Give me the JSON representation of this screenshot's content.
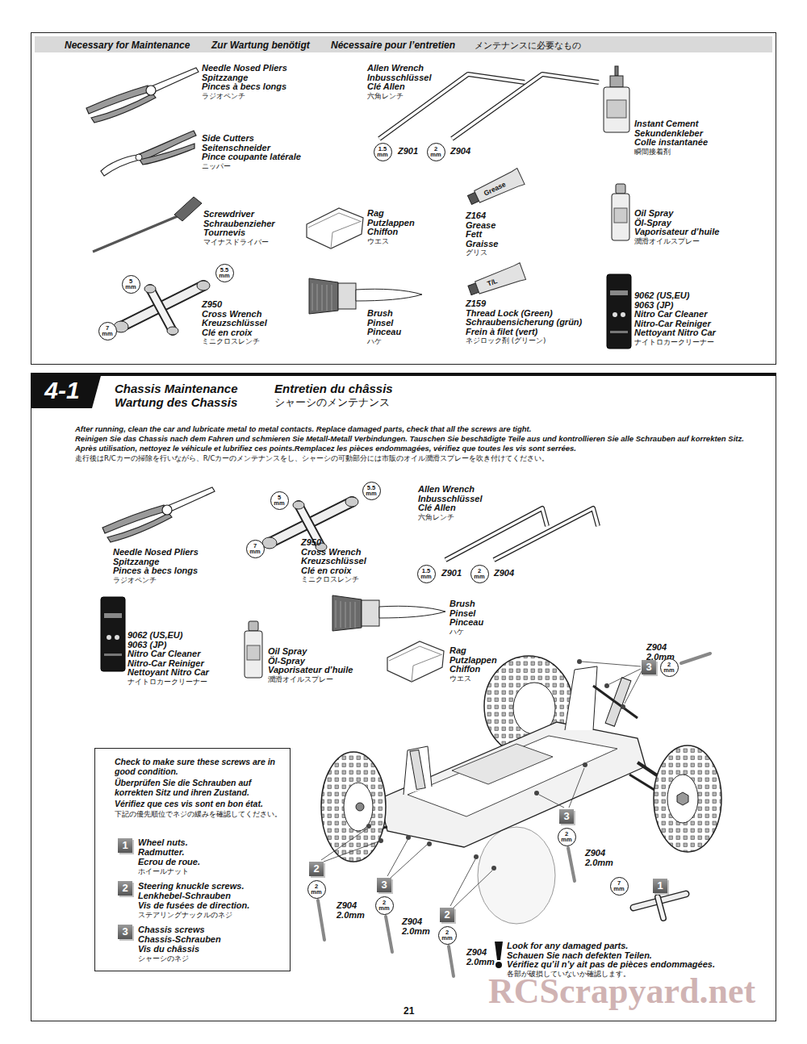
{
  "diagram": {
    "nodes": [
      {
        "text": [
          "Necessary for Maintenance",
          "Zur Wartung benötigt",
          "Nécessaire pour l’entretien",
          "メンテナンスに必要なもの"
        ]
      },
      {
        "text": [
          "Chassis Maintenance",
          "Wartung des Chassis",
          "Entretien du châssis",
          "シャーシのメンテナンス"
        ]
      },
      {
        "text": [
          "4-1"
        ],
        "in": 1
      },
      {
        "text": [
          "Check to make sure these screws are in good condition.",
          "Überprüfen Sie die Schrauben auf korrekten Sitz und ihren Zustand.",
          "Vérifiez que ces vis sont en bon état.",
          "下記の優先順位でネジの緩みを確認してください。",
          "Wheel nuts.",
          "Radmutter.",
          "Ecrou de roue.",
          "ホイールナット",
          "Steering knuckle screws.",
          "Lenkhebel-Schrauben",
          "Vis de fusées de direction.",
          "ステアリングナックルのネジ",
          "Chassis screws",
          "Chassis-Schrauben",
          "Vis du châssis",
          "シャーシのネジ"
        ],
        "in": 1
      }
    ],
    "labels": [
      "Needle Nosed Pliers",
      "Spitzzange",
      "Pinces à becs longs",
      "ラジオペンチ",
      "Side Cutters",
      "Seitenschneider",
      "Pince coupante latérale",
      "ニッパー",
      "Screwdriver",
      "Schraubenzieher",
      "Tournevis",
      "マイナスドライバー",
      "5 mm",
      "5.5 mm",
      "7 mm",
      "Z950",
      "Cross Wrench",
      "Kreuzschlüssel",
      "Clé en croix",
      "ミニクロスレンチ",
      "Rag",
      "Putzlappen",
      "Chiffon",
      "ウエス",
      "Brush",
      "Pinsel",
      "Pinceau",
      "ハケ",
      "Allen Wrench",
      "Inbusschlüssel",
      "Clé Allen",
      "六角レンチ",
      "1.5 mm",
      "Z901",
      "2 mm",
      "Z904",
      "Z164",
      "Grease",
      "Fett",
      "Graisse",
      "グリス",
      "Grease",
      "Z159",
      "Thread Lock (Green)",
      "Schraubensicherung (grün)",
      "Frein à filet (vert)",
      "ネジロック剤 (グリーン)",
      "T/L",
      "Instant Cement",
      "Sekundenkleber",
      "Colle instantanée",
      "瞬間接着剤",
      "Oil Spray",
      "Öl-Spray",
      "Vaporisateur d’huile",
      "潤滑オイルスプレー",
      "9062 (US,EU)",
      "9063 (JP)",
      "Nitro Car Cleaner",
      "Nitro-Car Reiniger",
      "Nettoyant Nitro Car",
      "ナイトロカークリーナー",
      "After running, clean the car and lubricate metal to metal contacts. Replace damaged parts, check that all the screws are tight.",
      "Reinigen Sie das Chassis nach dem Fahren und schmieren Sie Metall-Metall Verbindungen. Tauschen Sie beschädigte Teile aus und kontrollieren Sie alle Schrauben auf korrekten Sitz.",
      "Après utilisation, nettoyez le véhicule et lubrifiez ces points.Remplacez les pièces endommagées, vérifiez que toutes les vis sont serrées.",
      "走行後はR/Cカーの掃除を行いながら、R/Cカーのメンテナンスをし、シャーシの可動部分には市販のオイル潤滑スプレーを吹き付けてください。",
      "Needle Nosed Pliers",
      "Spitzzange",
      "Pinces à becs longs",
      "ラジオペンチ",
      "5 mm",
      "5.5 mm",
      "7 mm",
      "Z950",
      "Cross Wrench",
      "Kreuzschlüssel",
      "Clé en croix",
      "ミニクロスレンチ",
      "Allen Wrench",
      "Inbusschlüssel",
      "Clé Allen",
      "六角レンチ",
      "1.5 mm",
      "Z901",
      "2 mm",
      "Z904",
      "9062 (US,EU)",
      "9063 (JP)",
      "Nitro Car Cleaner",
      "Nitro-Car Reiniger",
      "Nettoyant Nitro Car",
      "ナイトロカークリーナー",
      "Oil Spray",
      "Öl-Spray",
      "Vaporisateur d’huile",
      "潤滑オイルスプレー",
      "Brush",
      "Pinsel",
      "Pinceau",
      "ハケ",
      "Rag",
      "Putzlappen",
      "Chiffon",
      "ウエス",
      "1",
      "2",
      "3",
      "Z904",
      "2.0mm",
      "3",
      "2 mm",
      "3",
      "2 mm",
      "Z904",
      "2.0mm",
      "2",
      "2 mm",
      "Z904",
      "2.0mm",
      "3",
      "2 mm",
      "Z904",
      "2.0mm",
      "2",
      "2 mm",
      "Z904",
      "2.0mm",
      "7 mm",
      "1",
      "Look for any damaged parts.",
      "Schauen Sie nach defekten Teilen.",
      "Vérifiez qu’il n’y ait pas de pièces endommagées.",
      "各部が破損していないか確認します。",
      "21",
      "RCScrapyard.net"
    ]
  }
}
